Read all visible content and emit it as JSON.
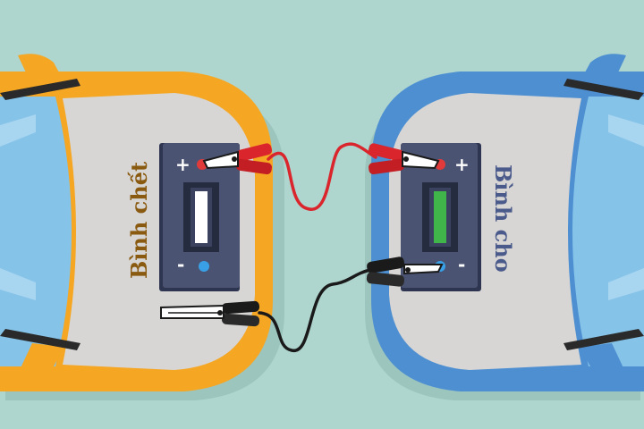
{
  "labels": {
    "dead_battery": "Bình chết",
    "donor_battery": "Bình cho"
  },
  "terminals": {
    "plus": "+",
    "minus": "-"
  },
  "colors": {
    "background": "#aed6cf",
    "dead_car_body": "#f5a623",
    "donor_car_body": "#4d8fd1",
    "hood": "#d7d6d5",
    "battery_case": "#4a5372",
    "dead_label_text": "#8a5a10",
    "donor_label_text": "#4a5a8a",
    "positive_cable": "#d9252b",
    "negative_cable": "#1a1a1a"
  },
  "charge_indicator": {
    "dead_battery_level": 1.0,
    "dead_battery_color": "#ffffff",
    "donor_battery_level": 1.0,
    "donor_battery_color": "#3fb54a"
  }
}
